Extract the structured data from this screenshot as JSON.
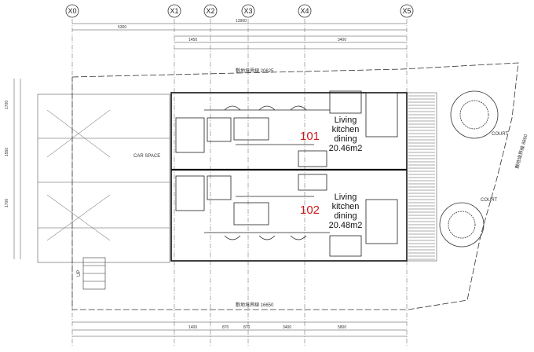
{
  "axes": [
    "X0",
    "X1",
    "X2",
    "X3",
    "X4",
    "X5"
  ],
  "dimensions": {
    "top_total": "13900",
    "top_segments": [
      "5300",
      "1450",
      "3400"
    ],
    "bottom_segments": [
      "1400",
      "870",
      "870",
      "3400",
      "5800"
    ],
    "left_segments": [
      "1700",
      "1550",
      "1700"
    ]
  },
  "boundary_labels": {
    "top": "敷地境界線 20625",
    "bottom": "敷地境界線 16650",
    "right": "敷地境界線 8860"
  },
  "units": [
    {
      "number": "101",
      "room_lines": [
        "Living",
        "kitchen",
        "dining",
        "20.46m2"
      ]
    },
    {
      "number": "102",
      "room_lines": [
        "Living",
        "kitchen",
        "dining",
        "20.48m2"
      ]
    }
  ],
  "labels": {
    "car_space": "CAR SPACE",
    "court": "COURT",
    "up": "UP",
    "court2": "COURT"
  }
}
